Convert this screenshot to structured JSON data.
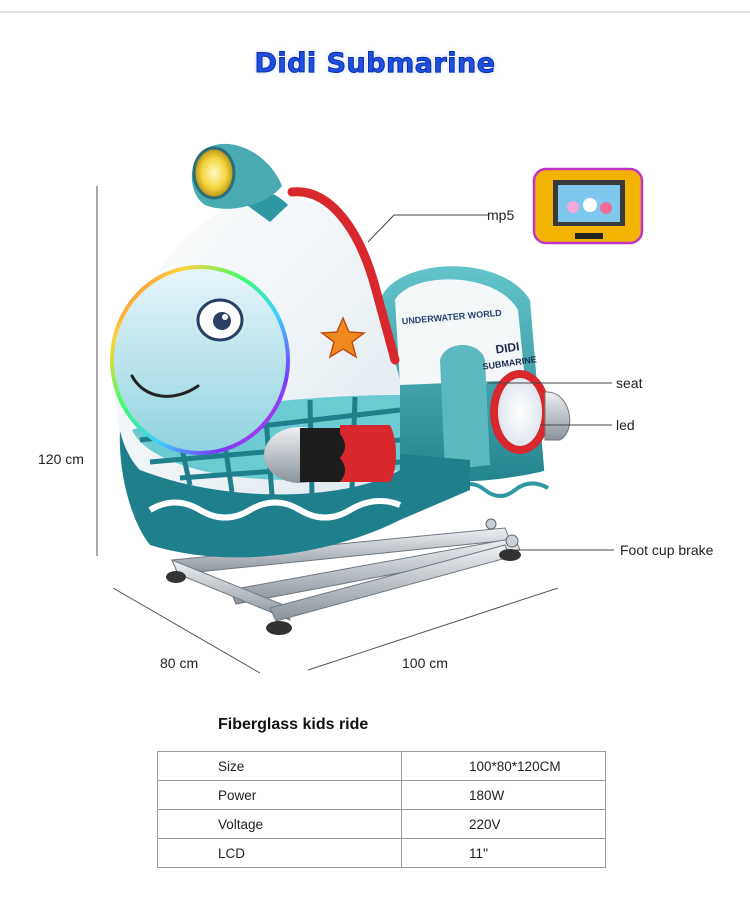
{
  "title": "Didi Submarine",
  "callouts": {
    "mp5": "mp5",
    "seat": "seat",
    "led": "led",
    "brake": "Foot cup brake"
  },
  "dimensions": {
    "height": "120 cm",
    "depth": "80 cm",
    "width": "100 cm"
  },
  "product_text": {
    "brand": "UNDERWATER WORLD",
    "model_line1": "DIDI",
    "model_line2": "SUBMARINE"
  },
  "spec_title": "Fiberglass kids ride",
  "specs": [
    {
      "key": "Size",
      "value": "100*80*120CM"
    },
    {
      "key": "Power",
      "value": "180W"
    },
    {
      "key": "Voltage",
      "value": "220V"
    },
    {
      "key": "LCD",
      "value": "11''"
    }
  ],
  "colors": {
    "title": "#1e4fe0",
    "teal": "#2f97a3",
    "teal_light": "#8fd3d8",
    "red": "#d8282e"
  }
}
